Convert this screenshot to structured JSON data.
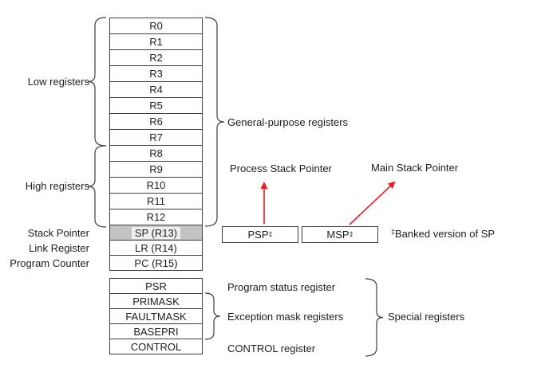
{
  "colors": {
    "line": "#3e3e3e",
    "text": "#1d1d1d",
    "highlight": "#c3c3c3",
    "highlight_label_bg": "#efefef",
    "red": "#ed1c24"
  },
  "left_labels": {
    "low_registers": "Low registers",
    "high_registers": "High registers",
    "stack_pointer": "Stack Pointer",
    "link_register": "Link Register",
    "program_counter": "Program Counter"
  },
  "registers": {
    "general": [
      "R0",
      "R1",
      "R2",
      "R3",
      "R4",
      "R5",
      "R6",
      "R7",
      "R8",
      "R9",
      "R10",
      "R11",
      "R12"
    ],
    "sp": "SP (R13)",
    "lr": "LR (R14)",
    "pc": "PC (R15)",
    "special": [
      "PSR",
      "PRIMASK",
      "FAULTMASK",
      "BASEPRI",
      "CONTROL"
    ]
  },
  "pointers": {
    "psp": "PSP",
    "msp": "MSP",
    "sup": "‡"
  },
  "annotations": {
    "general_purpose": "General-purpose registers",
    "process_stack_pointer": "Process Stack Pointer",
    "main_stack_pointer": "Main Stack Pointer",
    "footnote_symbol": "‡",
    "footnote_text": "Banked version of SP",
    "program_status": "Program status register",
    "exception_mask": "Exception mask registers",
    "control": "CONTROL register",
    "special": "Special registers"
  }
}
